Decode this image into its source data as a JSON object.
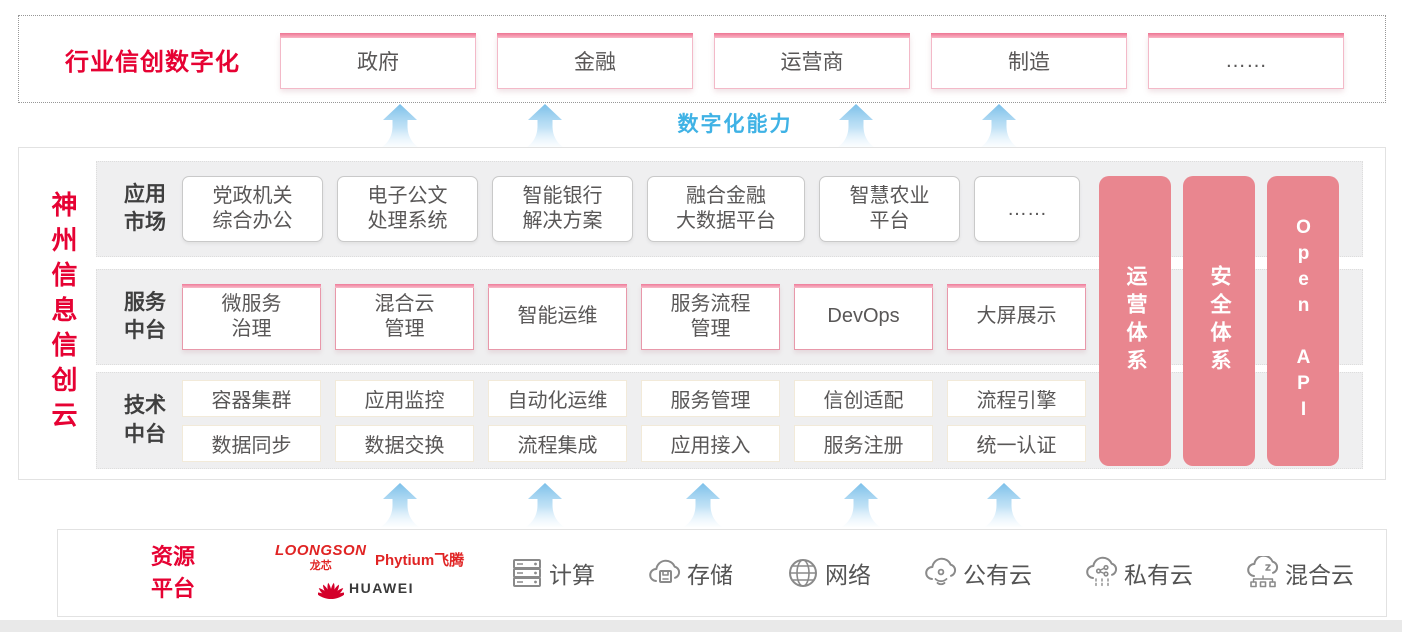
{
  "header": {
    "label": "行业信创数字化",
    "industries": [
      "政府",
      "金融",
      "运营商",
      "制造",
      "……"
    ]
  },
  "capability": {
    "label": "数字化能力"
  },
  "platform": {
    "title": "神州信息信创云",
    "app_market": {
      "label": "应用\n市场",
      "items": [
        "党政机关\n综合办公",
        "电子公文\n处理系统",
        "智能银行\n解决方案",
        "融合金融\n大数据平台",
        "智慧农业\n平台",
        "……"
      ]
    },
    "service_platform": {
      "label": "服务\n中台",
      "items": [
        "微服务\n治理",
        "混合云\n管理",
        "智能运维",
        "服务流程\n管理",
        "DevOps",
        "大屏展示"
      ]
    },
    "tech_platform": {
      "label": "技术\n中台",
      "row1": [
        "容器集群",
        "应用监控",
        "自动化运维",
        "服务管理",
        "信创适配",
        "流程引擎"
      ],
      "row2": [
        "数据同步",
        "数据交换",
        "流程集成",
        "应用接入",
        "服务注册",
        "统一认证"
      ]
    },
    "pillars": [
      "运营体系",
      "安全体系",
      "Open API"
    ]
  },
  "resources": {
    "label": "资源\n平台",
    "vendors": {
      "loongson": {
        "name": "LOONGSON",
        "sub": "龙芯"
      },
      "phytium": {
        "name": "Phytium飞腾"
      },
      "huawei": {
        "name": "HUAWEI"
      }
    },
    "items": [
      {
        "icon": "compute-icon",
        "label": "计算"
      },
      {
        "icon": "storage-icon",
        "label": "存储"
      },
      {
        "icon": "network-icon",
        "label": "网络"
      },
      {
        "icon": "public-cloud-icon",
        "label": "公有云"
      },
      {
        "icon": "private-cloud-icon",
        "label": "私有云"
      },
      {
        "icon": "hybrid-cloud-icon",
        "label": "混合云"
      }
    ]
  },
  "colors": {
    "brand_red": "#e60233",
    "pillar_pink": "#e9868f",
    "box_border_pink": "#e898aa",
    "capability_blue": "#3fb2e5",
    "box_text": "#595757"
  }
}
